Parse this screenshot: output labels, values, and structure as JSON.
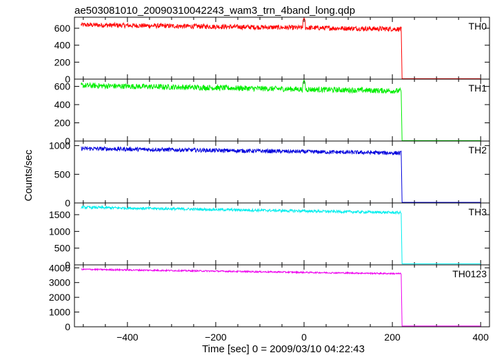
{
  "chart_data": {
    "type": "line",
    "title": "ae503081010_20090310042243_wam3_trn_4band_long.qdp",
    "xlabel": "Time [sec] 0 = 2009/03/10 04:22:43",
    "ylabel": "Counts/sec",
    "xlim": [
      -520,
      420
    ],
    "xticks": [
      -400,
      -200,
      0,
      200,
      400
    ],
    "xtick_labels": [
      "−400",
      "−200",
      "0",
      "200",
      "400"
    ],
    "x_start": -505,
    "x_drop": 220,
    "x_end": 400,
    "grid": false,
    "panels": [
      {
        "name": "TH0",
        "color": "#ff0000",
        "ylim": [
          0,
          730
        ],
        "yticks": [
          0,
          200,
          400,
          600
        ],
        "level_start": 640,
        "level_end": 590,
        "noise": 28,
        "spike_x": 0,
        "spike_value": 720,
        "after_drop": 5
      },
      {
        "name": "TH1",
        "color": "#00ee00",
        "ylim": [
          0,
          680
        ],
        "yticks": [
          0,
          200,
          400,
          600
        ],
        "level_start": 610,
        "level_end": 550,
        "noise": 30,
        "spike_x": 0,
        "spike_value": 670,
        "after_drop": 5
      },
      {
        "name": "TH2",
        "color": "#0000dd",
        "ylim": [
          0,
          1080
        ],
        "yticks": [
          0,
          500,
          1000
        ],
        "level_start": 950,
        "level_end": 870,
        "noise": 35,
        "spike_x": null,
        "spike_value": null,
        "after_drop": 10
      },
      {
        "name": "TH3",
        "color": "#00eeee",
        "ylim": [
          0,
          1850
        ],
        "yticks": [
          0,
          500,
          1000,
          1500
        ],
        "level_start": 1720,
        "level_end": 1560,
        "noise": 40,
        "spike_x": null,
        "spike_value": null,
        "after_drop": 30
      },
      {
        "name": "TH0123",
        "color": "#ee00ee",
        "ylim": [
          0,
          4200
        ],
        "yticks": [
          0,
          1000,
          2000,
          3000,
          4000
        ],
        "level_start": 3900,
        "level_end": 3600,
        "noise": 50,
        "spike_x": null,
        "spike_value": null,
        "after_drop": 50
      }
    ]
  }
}
